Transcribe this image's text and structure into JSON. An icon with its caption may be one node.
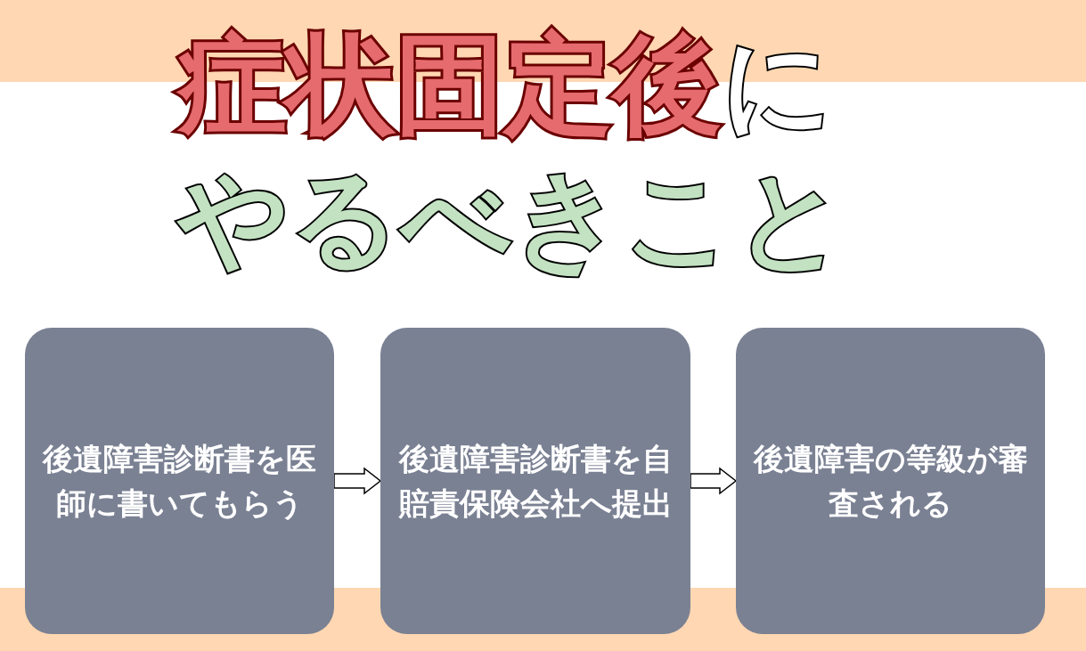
{
  "diagram": {
    "title": "**症状固定後**にやるべきこと",
    "nodes": [
      {
        "text": [
          "後遺障害診断書を医師に書いてもらう"
        ]
      },
      {
        "text": [
          "後遺障害診断書を自賠責保険会社へ提出"
        ]
      },
      {
        "text": [
          "後遺障害の等級が審査される"
        ]
      }
    ],
    "edges": [
      {
        "from": 0,
        "to": 1,
        "arrow": "to"
      },
      {
        "from": 1,
        "to": 2,
        "arrow": "to"
      }
    ]
  }
}
